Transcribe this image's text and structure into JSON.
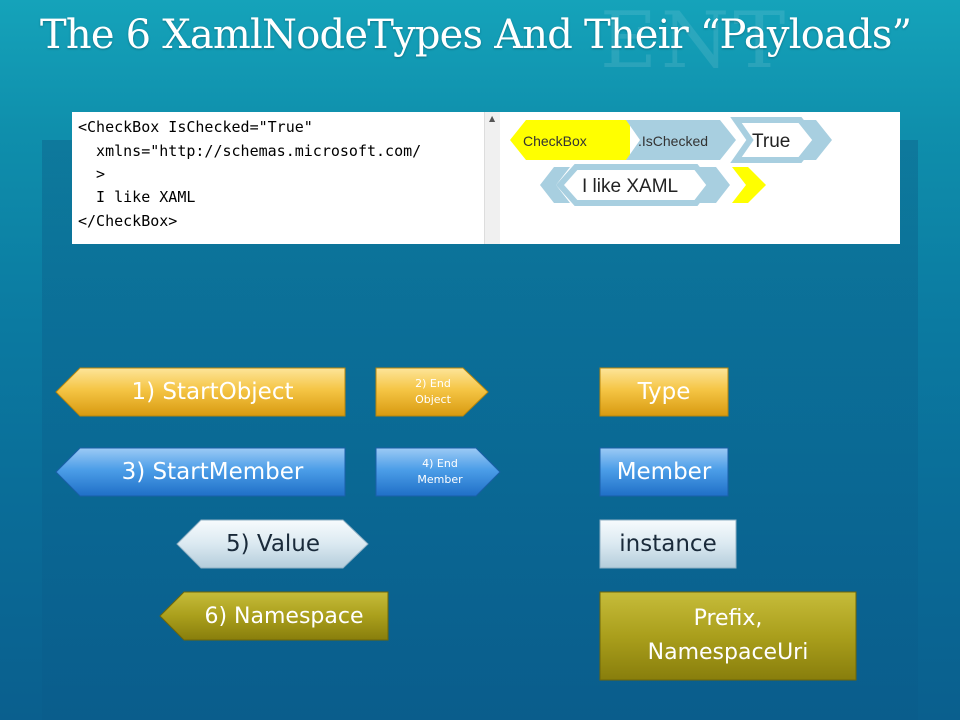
{
  "slide": {
    "title": "The 6 XamlNodeTypes And Their “Payloads”",
    "ghost_text": "ENT"
  },
  "code": {
    "lines": [
      "<CheckBox IsChecked=\"True\"",
      "  xmlns=\"http://schemas.microsoft.com/",
      "  >",
      "  I like XAML",
      "</CheckBox>"
    ]
  },
  "token_diagram": {
    "row1": [
      "CheckBox",
      ".IsChecked",
      "True"
    ],
    "row2": [
      "I like XAML"
    ]
  },
  "node_types": {
    "start_object": "1) StartObject",
    "end_object": [
      "2) End",
      "Object"
    ],
    "start_member": "3) StartMember",
    "end_member": [
      "4) End",
      "Member"
    ],
    "value": "5) Value",
    "namespace": "6) Namespace"
  },
  "payloads": {
    "type": "Type",
    "member": "Member",
    "instance": "instance",
    "prefix": [
      "Prefix,",
      "NamespaceUri"
    ]
  },
  "colors": {
    "gold": "#f1b72e",
    "blue": "#3d8fe0",
    "light_blue": "#cfe3ee",
    "olive": "#a49a1c",
    "yellow": "#ffff00",
    "diagram_blue": "#a8cfe0"
  }
}
